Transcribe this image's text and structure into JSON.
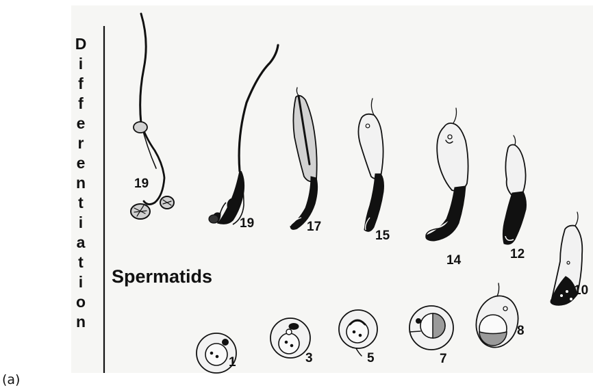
{
  "figure": {
    "axis_title": "Differentiation",
    "group_label": "Spermatids",
    "panel_tag": "(a)",
    "stages": [
      {
        "id": "s1",
        "label": "1",
        "form": "round"
      },
      {
        "id": "s3",
        "label": "3",
        "form": "round"
      },
      {
        "id": "s5",
        "label": "5",
        "form": "round"
      },
      {
        "id": "s7",
        "label": "7",
        "form": "round"
      },
      {
        "id": "s8",
        "label": "8",
        "form": "round"
      },
      {
        "id": "s10",
        "label": "10",
        "form": "elongating"
      },
      {
        "id": "s12",
        "label": "12",
        "form": "elongating"
      },
      {
        "id": "s14",
        "label": "14",
        "form": "elongating"
      },
      {
        "id": "s15",
        "label": "15",
        "form": "elongating"
      },
      {
        "id": "s17",
        "label": "17",
        "form": "elongating"
      },
      {
        "id": "s19a",
        "label": "19",
        "form": "mature"
      },
      {
        "id": "s19b",
        "label": "19",
        "form": "mature"
      }
    ],
    "colors": {
      "ink": "#111111",
      "panel": "#f6f6f4",
      "shade": "#9a9a9a"
    }
  }
}
